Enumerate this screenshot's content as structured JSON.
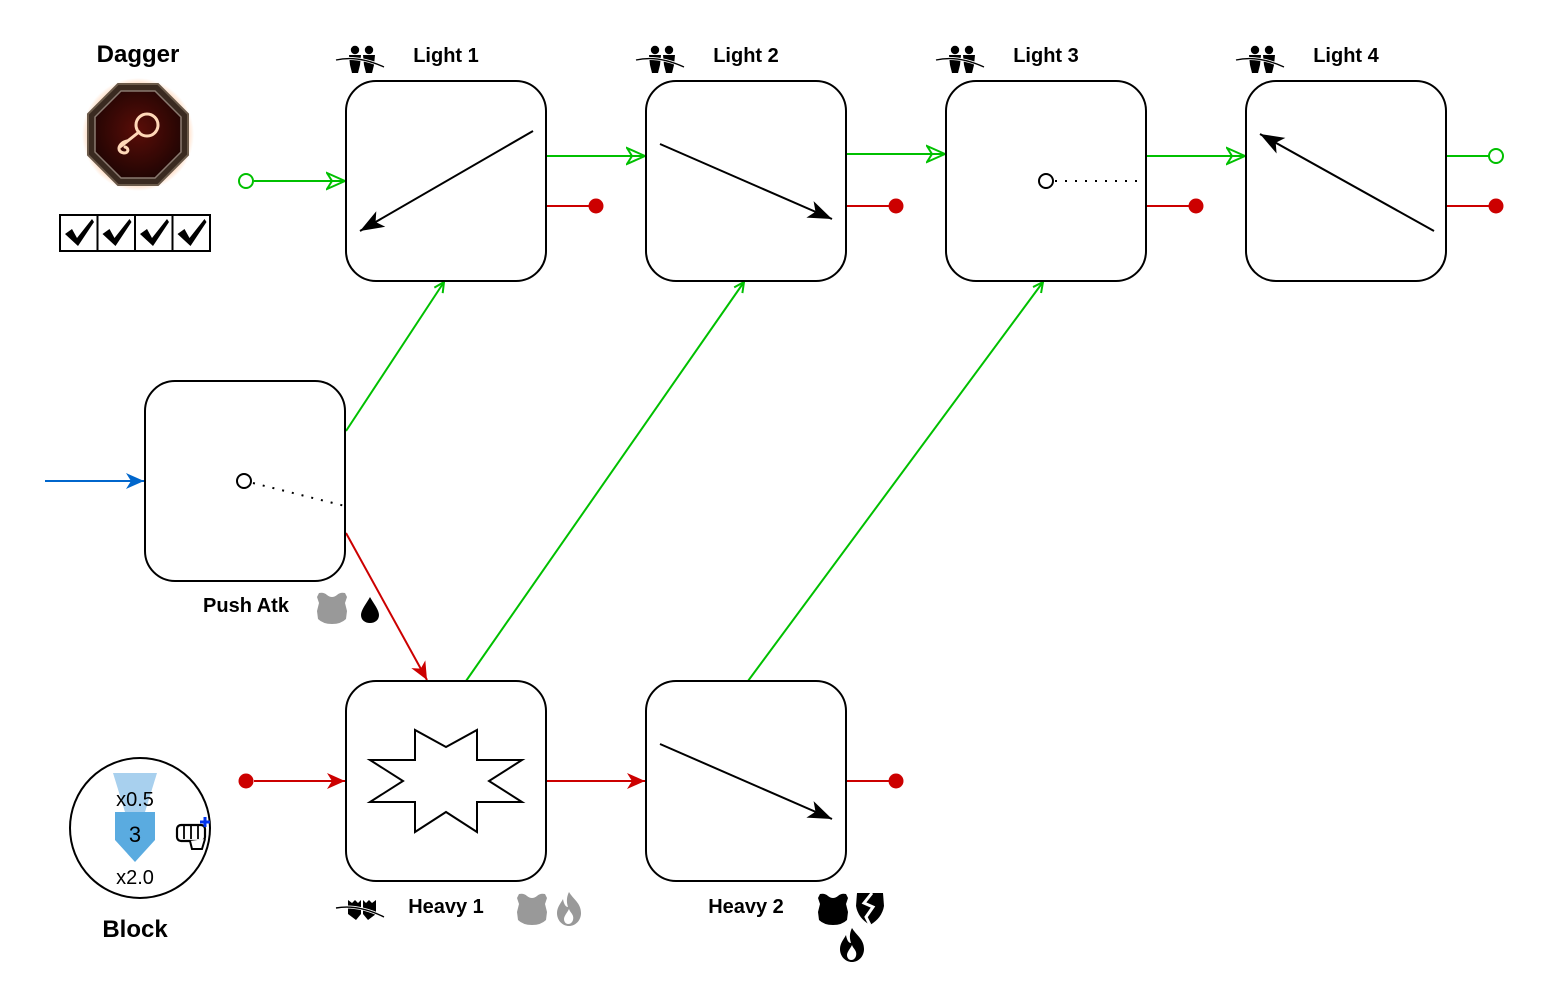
{
  "weapon": {
    "name": "Dagger",
    "icon": "dagger-rune-icon",
    "checks": 4
  },
  "colors": {
    "light_chain": "#00c000",
    "heavy_chain": "#cc0000",
    "entry": "#0066cc",
    "block_shield": "#5aabe0",
    "block_cone": "#a8d0ee",
    "gray_icon": "#999999"
  },
  "nodes": [
    {
      "id": "light1",
      "label": "Light 1",
      "tag_icon": "light-attack-icon",
      "move": "arrow-down-left",
      "tail_icons": []
    },
    {
      "id": "light2",
      "label": "Light 2",
      "tag_icon": "light-attack-icon",
      "move": "arrow-down-right",
      "tail_icons": []
    },
    {
      "id": "light3",
      "label": "Light 3",
      "tag_icon": "light-attack-icon",
      "move": "thrust-dot",
      "tail_icons": []
    },
    {
      "id": "light4",
      "label": "Light 4",
      "tag_icon": "light-attack-icon",
      "move": "arrow-up-left",
      "tail_icons": []
    },
    {
      "id": "push",
      "label": "Push Atk",
      "tag_icon": null,
      "move": "thrust-dot",
      "tail_icons": [
        "armor-gray-icon",
        "bleed-icon"
      ]
    },
    {
      "id": "heavy1",
      "label": "Heavy 1",
      "tag_icon": "heavy-attack-icon",
      "move": "starburst",
      "tail_icons": [
        "armor-gray-icon",
        "fire-gray-icon"
      ]
    },
    {
      "id": "heavy2",
      "label": "Heavy 2",
      "tag_icon": null,
      "move": "arrow-down-right",
      "tail_icons": [
        "armor-icon",
        "armor-break-icon",
        "fire-icon"
      ]
    }
  ],
  "block": {
    "label": "Block",
    "top_multiplier": "x0.5",
    "value": "3",
    "bottom_multiplier": "x2.0",
    "side_icon": "fist-plus-icon"
  }
}
